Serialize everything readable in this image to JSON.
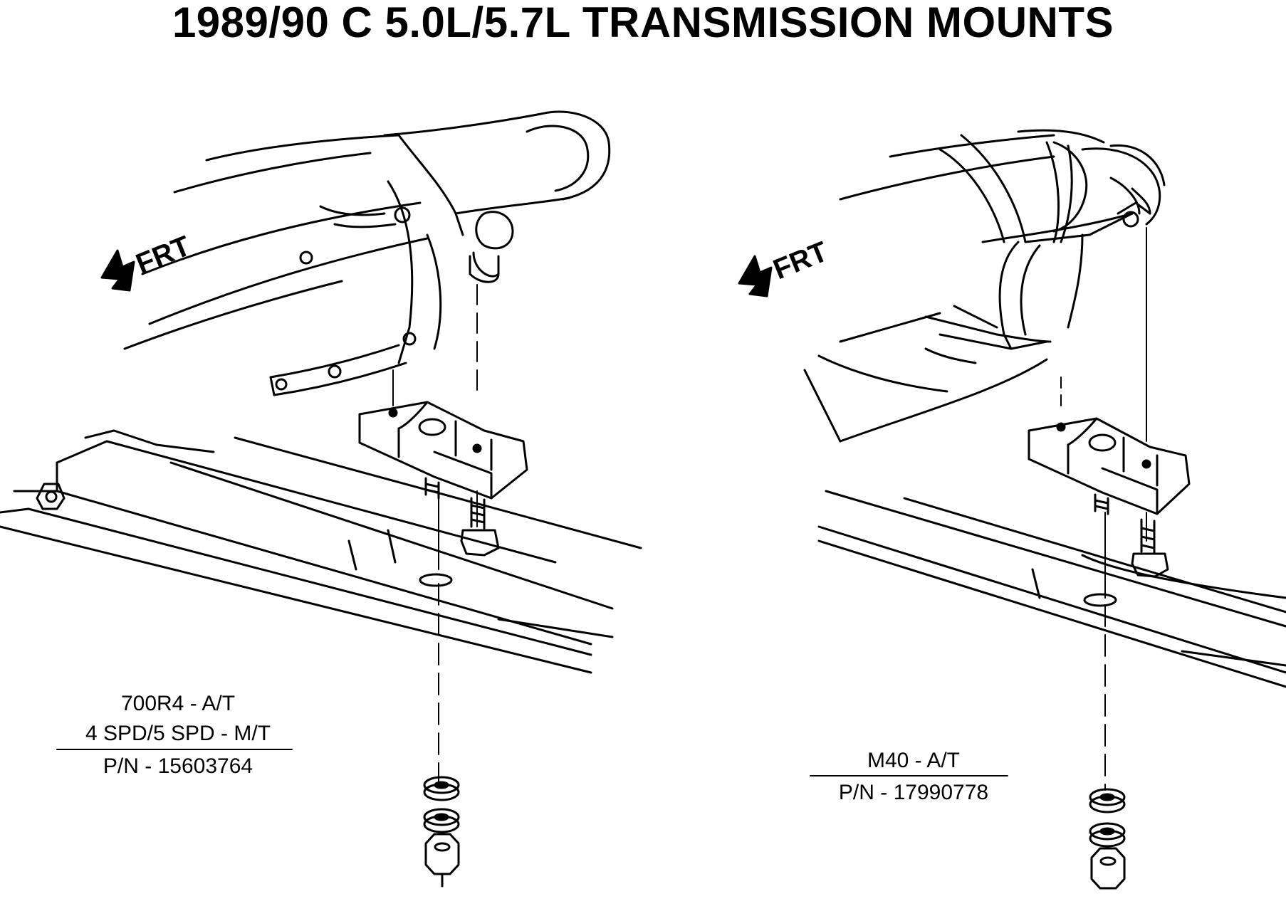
{
  "title": "1989/90 C 5.0L/5.7L TRANSMISSION MOUNTS",
  "panels": [
    {
      "frt_label": "FRT",
      "spec_lines": [
        "700R4 - A/T",
        "4 SPD/5 SPD - M/T"
      ],
      "part_number": "P/N - 15603764"
    },
    {
      "frt_label": "FRT",
      "spec_lines": [
        "M40 - A/T"
      ],
      "part_number": "P/N - 17990778"
    }
  ]
}
